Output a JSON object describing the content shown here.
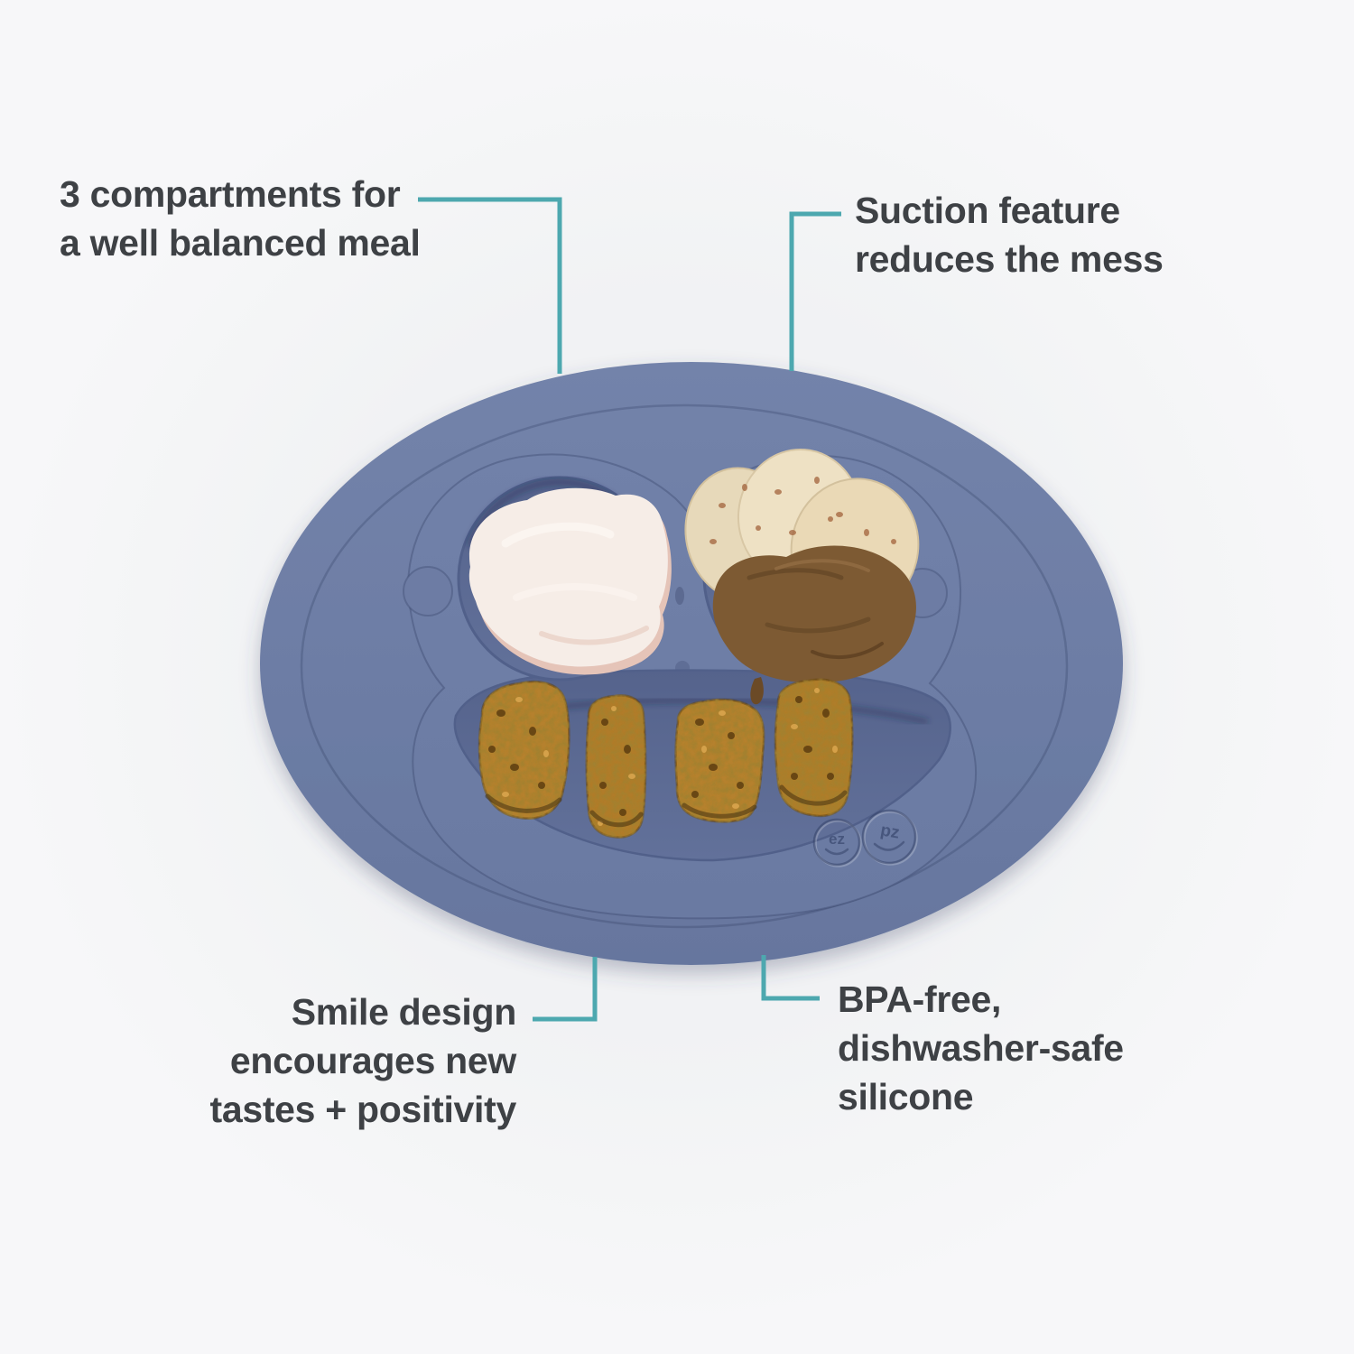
{
  "colors": {
    "accent_teal": "#4DA8AF",
    "text": "#3E4145",
    "mat_blue": "#6E7EA5",
    "compartment_blue": "#5C6A92",
    "background": "#F4F5F6"
  },
  "callouts": {
    "compartments": {
      "lines": [
        "3 compartments for",
        "a well balanced meal"
      ]
    },
    "suction": {
      "lines": [
        "Suction feature",
        "reduces the mess"
      ]
    },
    "smile": {
      "lines": [
        "Smile design",
        "encourages new",
        "tastes + positivity"
      ]
    },
    "material": {
      "lines": [
        "BPA-free,",
        "dishwasher-safe",
        "silicone"
      ]
    }
  },
  "logo": {
    "left": "ez",
    "right": "pz"
  }
}
